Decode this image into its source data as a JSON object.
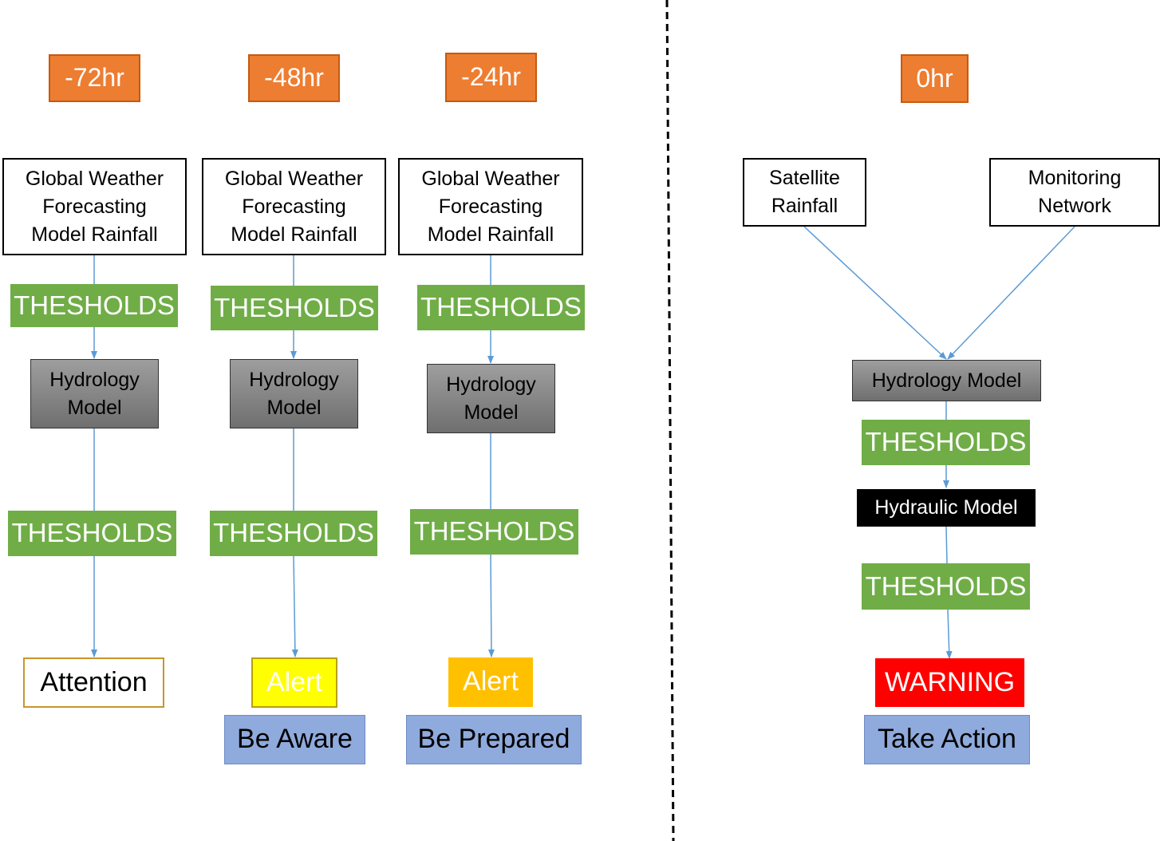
{
  "columns": [
    {
      "time": "-72hr",
      "source": "Global Weather Forecasting Model Rainfall",
      "threshold_top": "THESHOLDS",
      "model": "Hydrology Model",
      "threshold_bottom": "THESHOLDS",
      "level": "Attention"
    },
    {
      "time": "-48hr",
      "source": "Global Weather Forecasting Model Rainfall",
      "threshold_top": "THESHOLDS",
      "model": "Hydrology Model",
      "threshold_bottom": "THESHOLDS",
      "level": "Alert",
      "action": "Be Aware"
    },
    {
      "time": "-24hr",
      "source": "Global Weather Forecasting Model Rainfall",
      "threshold_top": "THESHOLDS",
      "model": "Hydrology Model",
      "threshold_bottom": "THESHOLDS",
      "level": "Alert",
      "action": "Be Prepared"
    }
  ],
  "realtime": {
    "time": "0hr",
    "source_satellite": "Satellite Rainfall",
    "source_network": "Monitoring Network",
    "hydrology_model": "Hydrology Model",
    "threshold_1": "THESHOLDS",
    "hydraulic_model": "Hydraulic Model",
    "threshold_2": "THESHOLDS",
    "level": "WARNING",
    "action": "Take Action"
  },
  "colors": {
    "time_fill": "#ed7d31",
    "threshold_fill": "#70ad47",
    "attention_border": "#c9952c",
    "alert_yellow": "#ffff00",
    "alert_amber": "#ffc000",
    "warning_red": "#ff0000",
    "action_fill": "#8faadc",
    "connector": "#5b9bd5"
  }
}
